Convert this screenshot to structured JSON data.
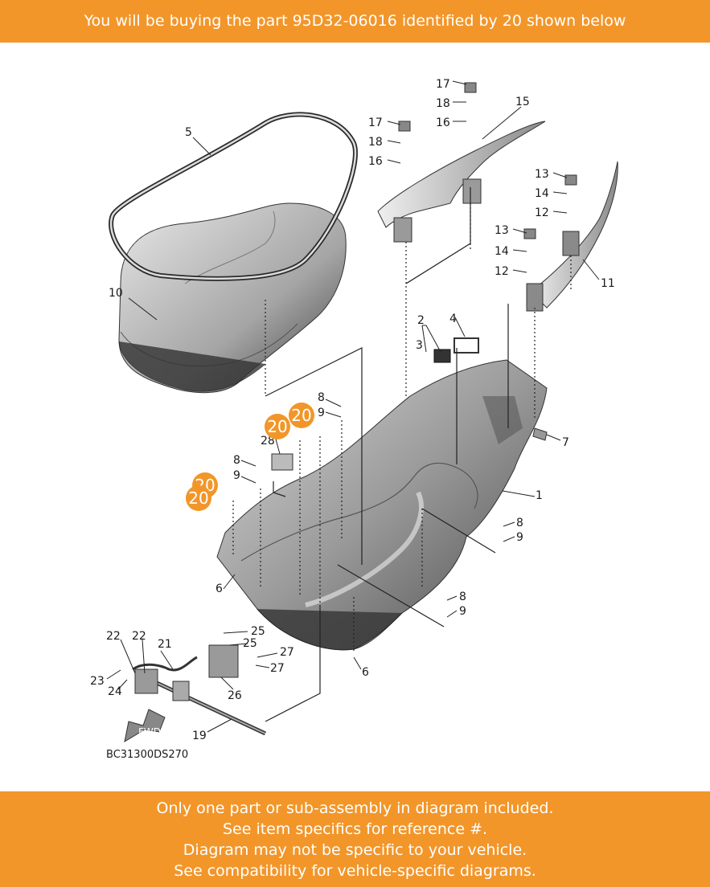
{
  "header": {
    "text": "You will be buying the part 95D32-06016 identified by 20 shown below"
  },
  "diagram": {
    "code": "BC31300DS270",
    "fwd_label": "FWD",
    "highlight_color": "#f2962a",
    "labels": {
      "l1": "1",
      "l2": "2",
      "l3": "3",
      "l4": "4",
      "l5": "5",
      "l6": "6",
      "l6b": "6",
      "l7": "7",
      "l8a": "8",
      "l8b": "8",
      "l8c": "8",
      "l8d": "8",
      "l9a": "9",
      "l9b": "9",
      "l9c": "9",
      "l9d": "9",
      "l10": "10",
      "l11": "11",
      "l12a": "12",
      "l12b": "12",
      "l13a": "13",
      "l13b": "13",
      "l14a": "14",
      "l14b": "14",
      "l15": "15",
      "l16a": "16",
      "l16b": "16",
      "l17a": "17",
      "l17b": "17",
      "l18a": "18",
      "l18b": "18",
      "l19": "19",
      "l21": "21",
      "l22a": "22",
      "l22b": "22",
      "l23": "23",
      "l24": "24",
      "l25a": "25",
      "l25b": "25",
      "l26": "26",
      "l27a": "27",
      "l27b": "27",
      "l28": "28"
    },
    "highlights": {
      "h1": "20",
      "h2": "20",
      "h3": "20",
      "h4": "20"
    }
  },
  "footer": {
    "lines": [
      "Only one part or sub-assembly in diagram included.",
      "See item specifics for reference #.",
      "Diagram may not be specific to your vehicle.",
      "See compatibility for vehicle-specific diagrams."
    ]
  }
}
